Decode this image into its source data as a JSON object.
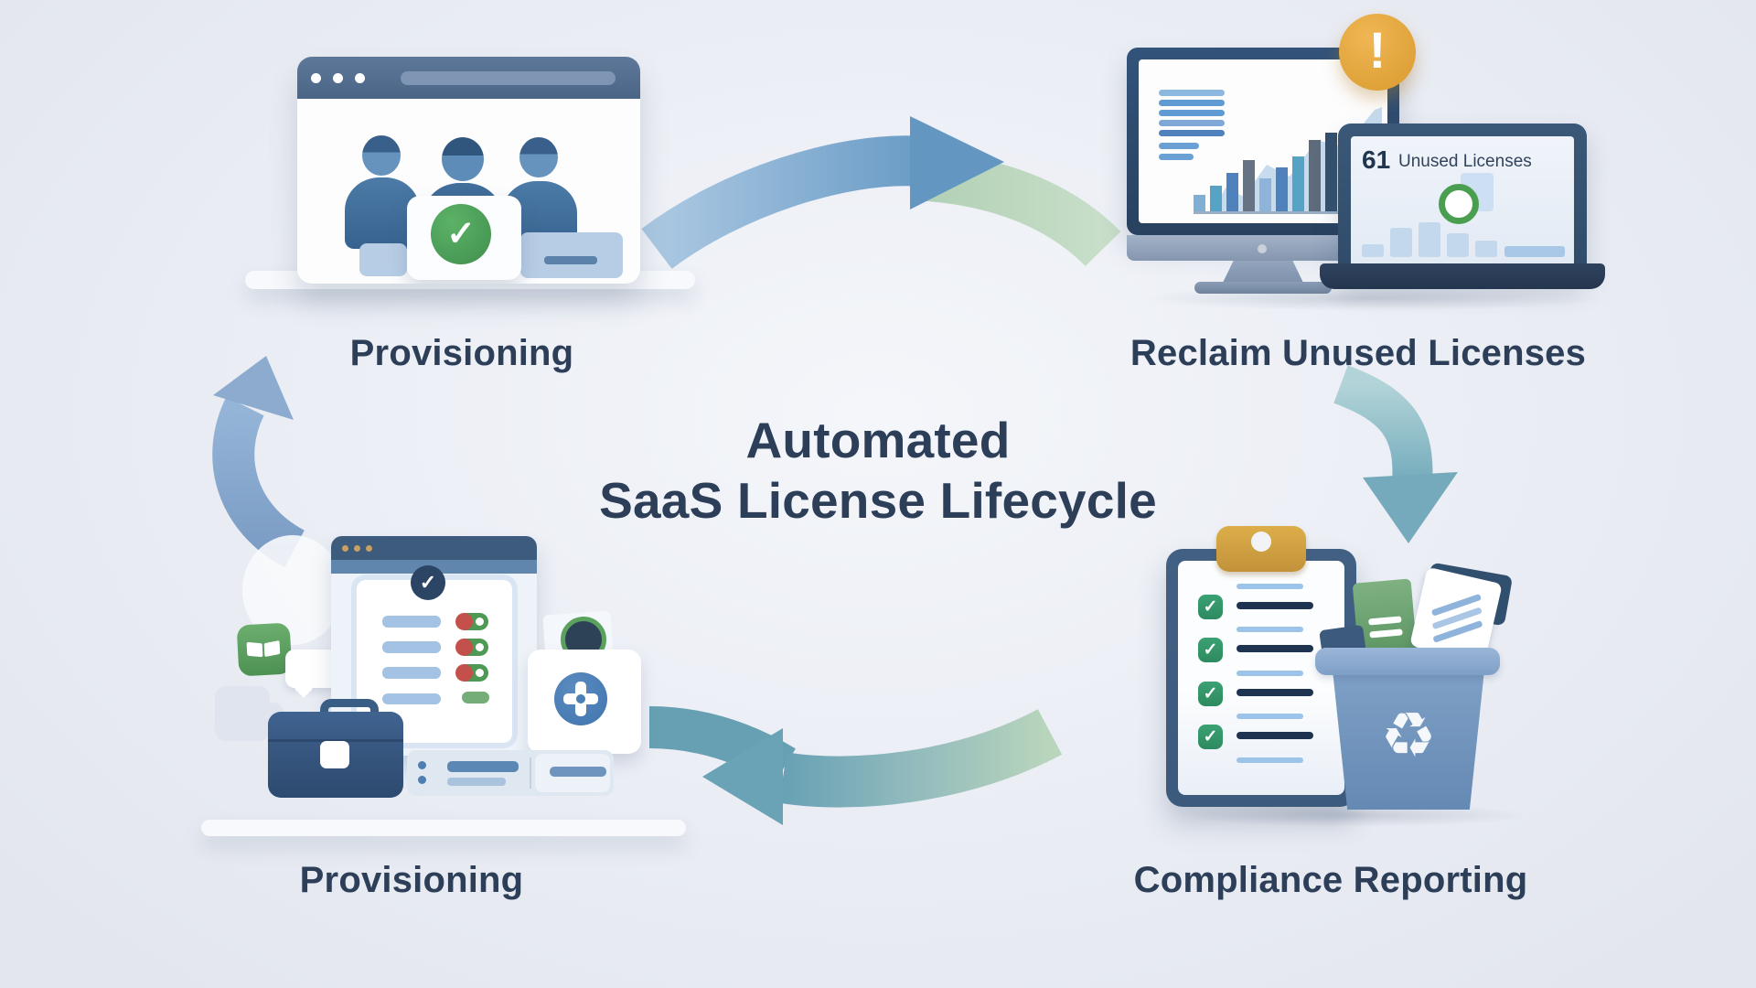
{
  "meta": {
    "type": "infographic-diagram",
    "subject": "SaaS license lifecycle"
  },
  "title": {
    "line1": "Automated",
    "line2": "SaaS License Lifecycle"
  },
  "stages": [
    {
      "label": "Provisioning",
      "position": "top-left"
    },
    {
      "label": "Reclaim Unused Licenses",
      "position": "top-right"
    },
    {
      "label": "Compliance Reporting",
      "position": "bottom-right"
    },
    {
      "label": "Provisioning",
      "position": "bottom-left"
    }
  ],
  "reclaim_panel": {
    "count": "61",
    "caption": "Unused Licenses"
  },
  "icons": {
    "check": "✓",
    "warning": "!",
    "recycle": "♻"
  },
  "colors": {
    "background": "#e9ecf3",
    "title_text": "#2c3e58",
    "label_text": "#2d3f58",
    "arrow_blue": "#7ba3cc",
    "arrow_green": "#b9d6bc",
    "arrow_teal": "#74aabb",
    "accent_green": "#3f9a5f",
    "accent_orange": "#e3a43c",
    "navy": "#2e4b6e"
  }
}
